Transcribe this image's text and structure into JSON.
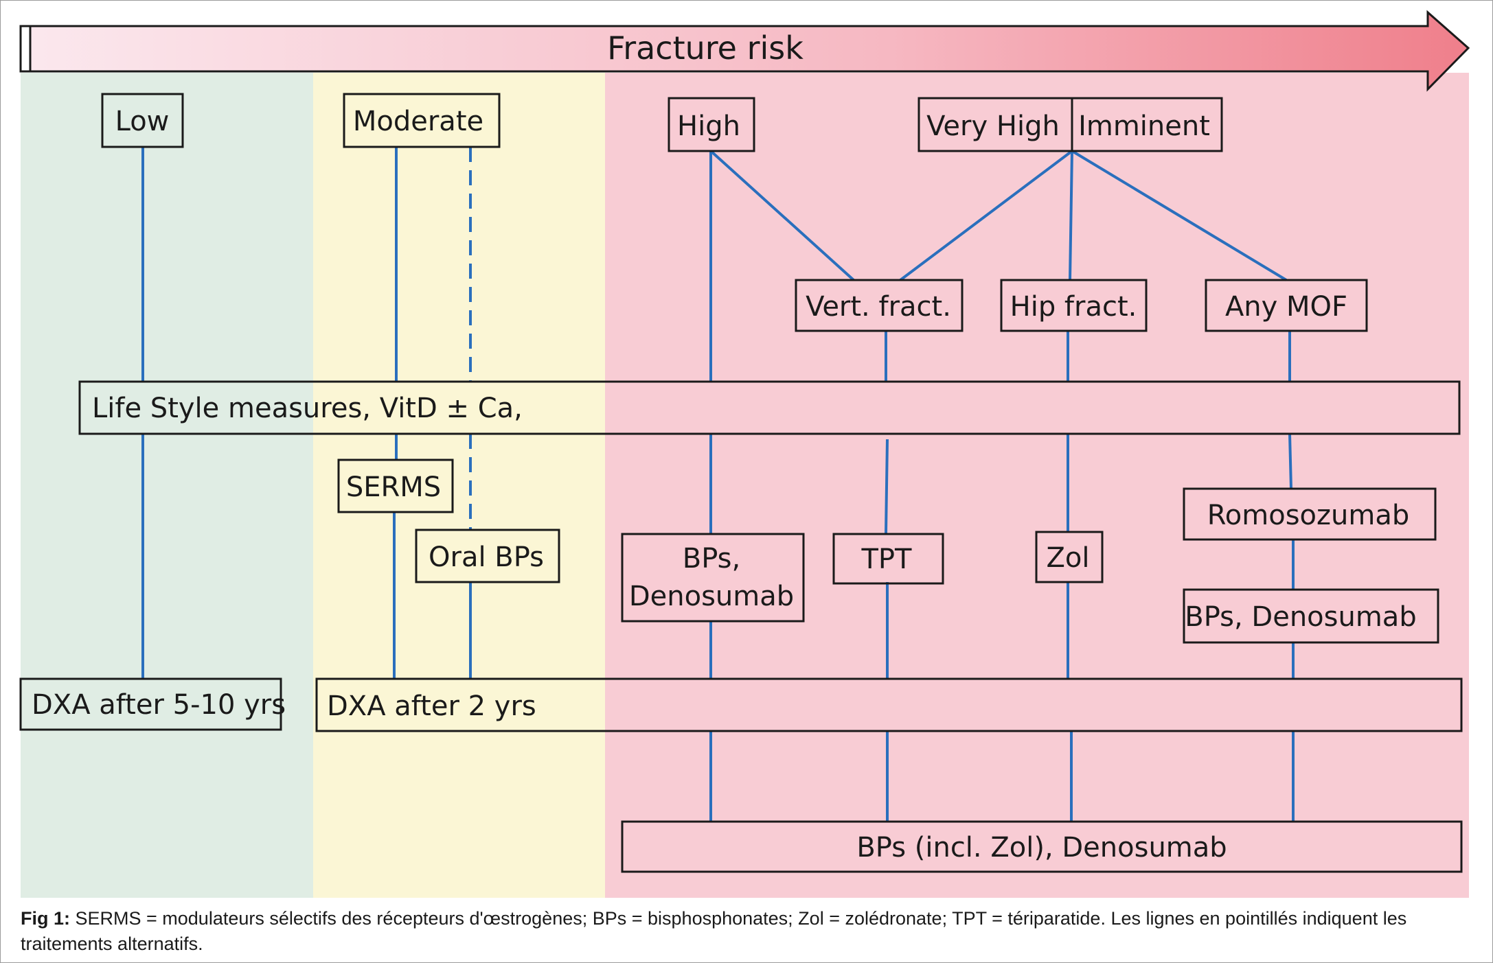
{
  "title": "Fracture risk",
  "categories": {
    "low": "Low",
    "moderate": "Moderate",
    "high": "High",
    "very_high": "Very High",
    "imminent": "Imminent"
  },
  "fracture_types": {
    "vert": "Vert. fract.",
    "hip": "Hip fract.",
    "mof": "Any MOF"
  },
  "lifestyle": "Life Style measures, VitD ± Ca,",
  "treatments": {
    "serms": "SERMS",
    "oral_bps": "Oral BPs",
    "bps_denosumab_1": "BPs,",
    "bps_denosumab_2": "Denosumab",
    "tpt": "TPT",
    "zol": "Zol",
    "romosozumab": "Romosozumab",
    "bps_denosumab_mof": "BPs, Denosumab"
  },
  "dxa": {
    "low": "DXA after 5-10 yrs",
    "others": "DXA after 2 yrs"
  },
  "final": "BPs (incl. Zol), Denosumab",
  "caption": {
    "label": "Fig 1:",
    "text": " SERMS = modulateurs sélectifs des récepteurs d'œstrogènes; BPs = bisphosphonates; Zol = zolédronate; TPT = tériparatide. Les lignes en pointillés indiquent les traitements alternatifs."
  },
  "colors": {
    "low_zone": "#e0ede4",
    "moderate_zone": "#fbf6d5",
    "high_zone": "#f8ccd4",
    "connector": "#2a6fbd",
    "arrow_start": "#fbe8ee",
    "arrow_end": "#ef7f8b"
  }
}
